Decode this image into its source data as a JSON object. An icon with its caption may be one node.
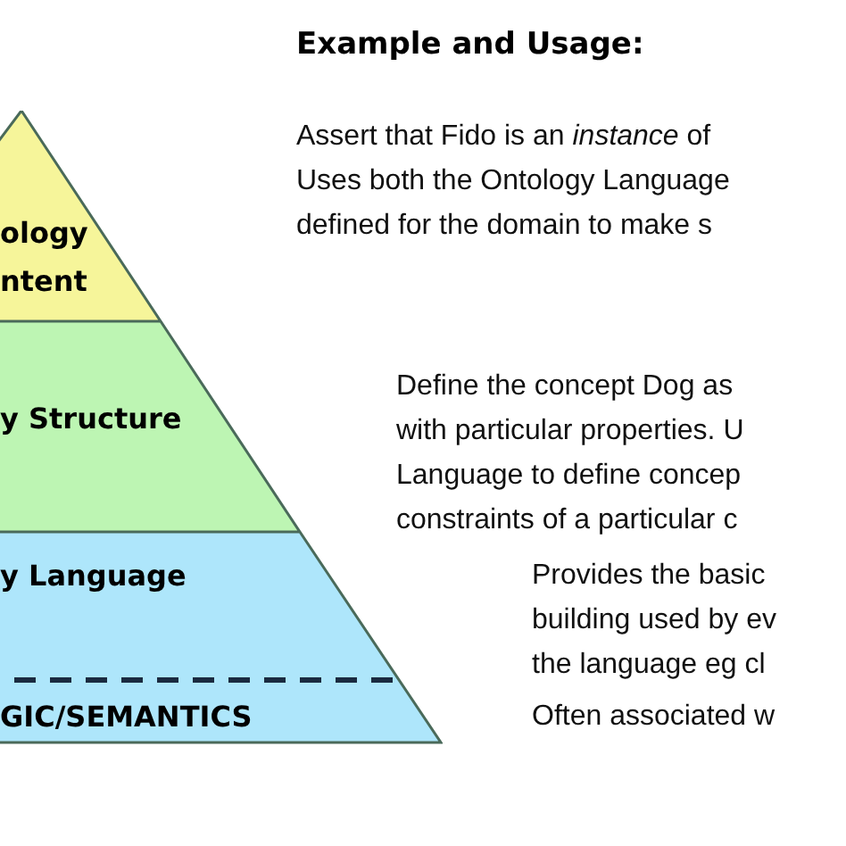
{
  "diagram": {
    "title": "Example and Usage:",
    "nodes": [
      {
        "text": [
          "ology ntent"
        ]
      },
      {
        "text": [
          "y Structure"
        ]
      },
      {
        "text": [
          "y Language",
          "GIC/SEMANTICS"
        ]
      }
    ],
    "labels": [
      "Assert that Fido is an *instance* of Uses both the Ontology Language defined for the domain to make s",
      "Define the concept Dog as with particular properties. U Language to define concep constraints of a particular c",
      "Provides the basic building used by ev the language eg cl",
      "Often associated w"
    ]
  }
}
